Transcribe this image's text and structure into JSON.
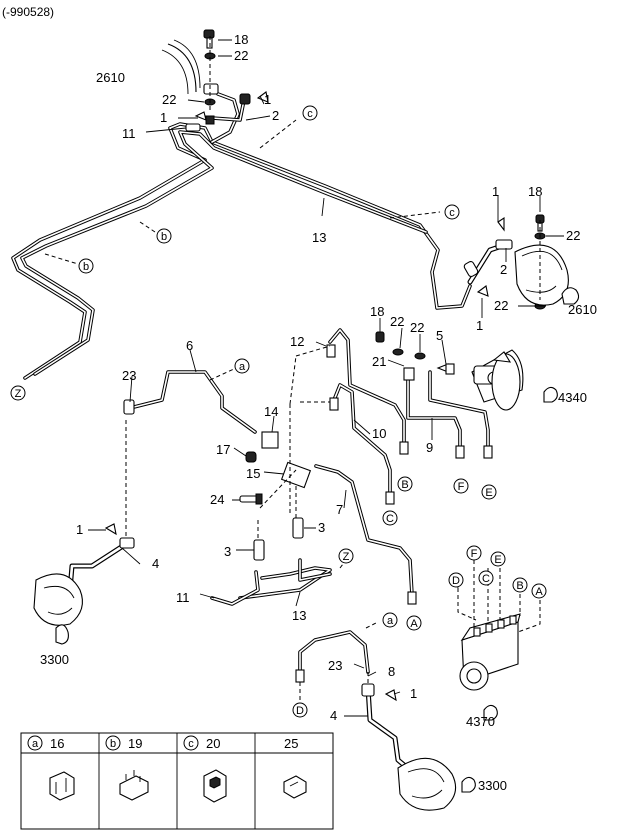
{
  "header": {
    "code": "(-990528)"
  },
  "parts": {
    "p1": "1",
    "p2": "2",
    "p3": "3",
    "p4": "4",
    "p5": "5",
    "p6": "6",
    "p7": "7",
    "p8": "8",
    "p9": "9",
    "p10": "10",
    "p11": "11",
    "p12": "12",
    "p13": "13",
    "p14": "14",
    "p15": "15",
    "p17": "17",
    "p18": "18",
    "p21": "21",
    "p22": "22",
    "p23": "23",
    "p24": "24",
    "p2610": "2610",
    "p3300": "3300",
    "p4340": "4340",
    "p4370": "4370"
  },
  "connectors": {
    "a": "a",
    "b": "b",
    "c": "c",
    "A": "A",
    "B": "B",
    "C": "C",
    "D": "D",
    "E": "E",
    "F": "F",
    "Z": "Z"
  },
  "legend": [
    {
      "key": "a",
      "part": "16"
    },
    {
      "key": "b",
      "part": "19"
    },
    {
      "key": "c",
      "part": "20"
    },
    {
      "key": "",
      "part": "25"
    }
  ]
}
